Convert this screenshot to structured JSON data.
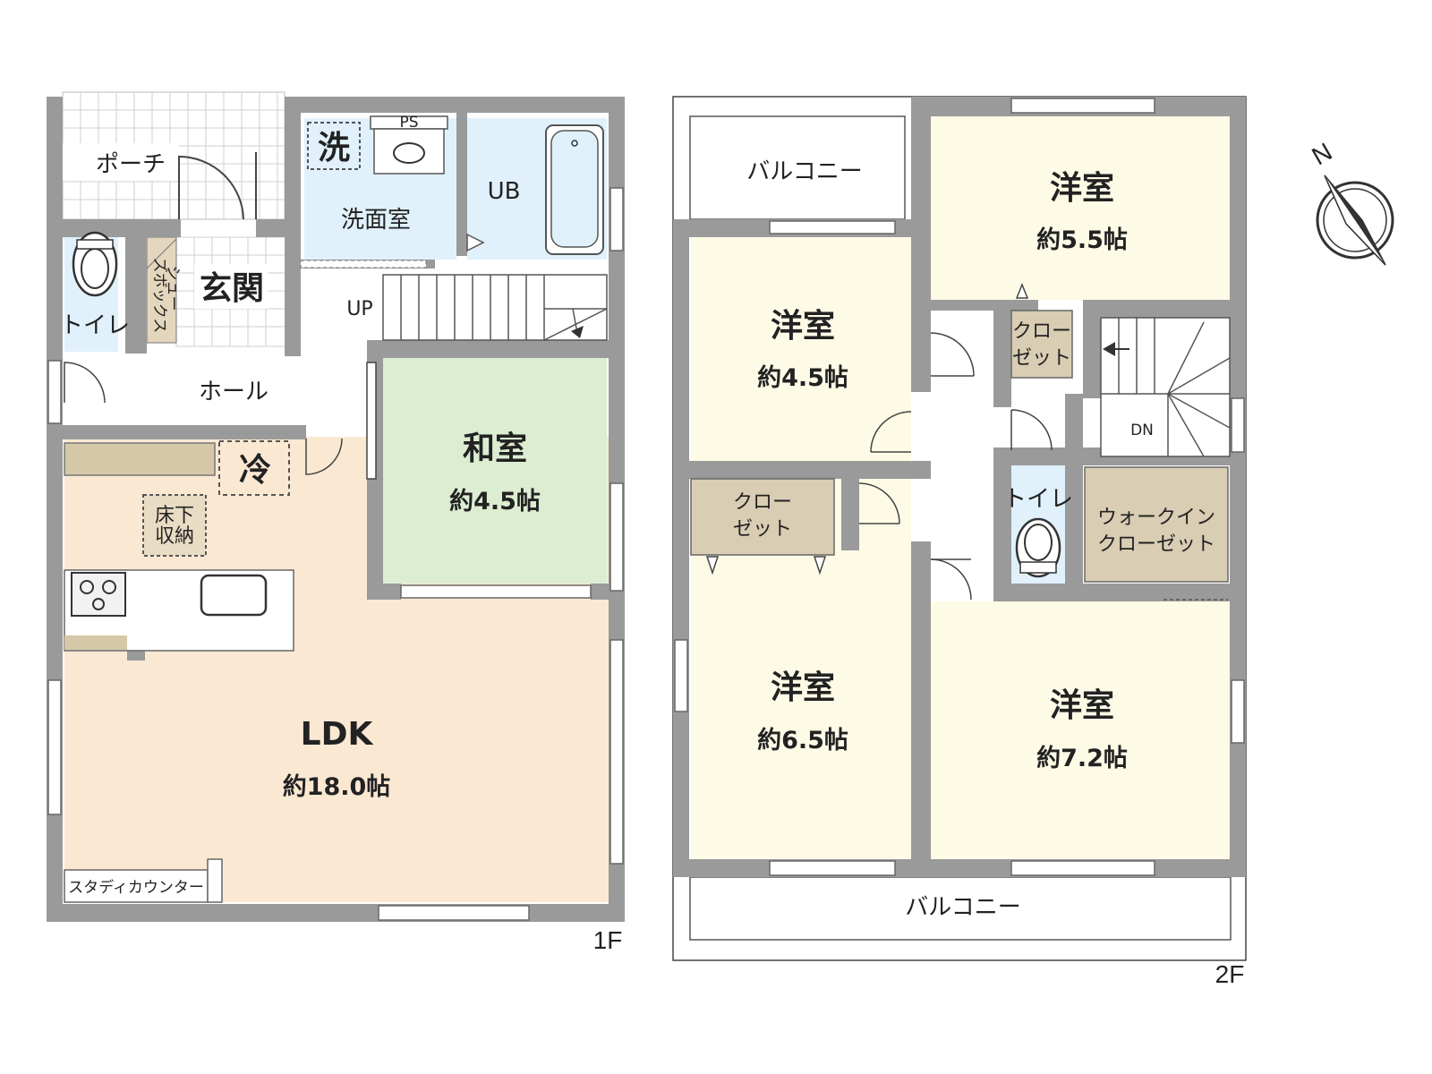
{
  "floor1": {
    "floor_label": "1F",
    "porch": "ポーチ",
    "entrance": "玄関",
    "shoe_box": [
      "シュー",
      "ズボックス"
    ],
    "toilet": "トイレ",
    "washroom": "洗面室",
    "washer_mark": "洗",
    "ps": "PS",
    "bath": "UB",
    "hall": "ホール",
    "stairs_up": "UP",
    "japanese_room": {
      "name": "和室",
      "area": "約4.5帖"
    },
    "fridge_mark": "冷",
    "underfloor_storage": [
      "床下",
      "収納"
    ],
    "ldk": {
      "name": "LDK",
      "area": "約18.0帖"
    },
    "study_counter": "スタディカウンター"
  },
  "floor2": {
    "floor_label": "2F",
    "balcony_top": "バルコニー",
    "balcony_bottom": "バルコニー",
    "room_ne": {
      "name": "洋室",
      "area": "約5.5帖"
    },
    "room_nw": {
      "name": "洋室",
      "area": "約4.5帖"
    },
    "room_sw": {
      "name": "洋室",
      "area": "約6.5帖"
    },
    "room_se": {
      "name": "洋室",
      "area": "約7.2帖"
    },
    "closet_small": [
      "クロー",
      "ゼット"
    ],
    "closet_left": [
      "クロー",
      "ゼット"
    ],
    "walk_in_closet": [
      "ウォークイン",
      "クローゼット"
    ],
    "toilet": "トイレ",
    "stairs_down": "DN"
  },
  "compass": {
    "north": "N"
  },
  "colors": {
    "wall": "#9a9a9a",
    "ldk_floor": "#fbe8d3",
    "japanese_room_floor": "#dcedd2",
    "wet_area": "#e0f1fb",
    "bedroom_floor": "#fdfbe6",
    "closet": "#d9cdb3",
    "counter": "#d5c8a8"
  }
}
